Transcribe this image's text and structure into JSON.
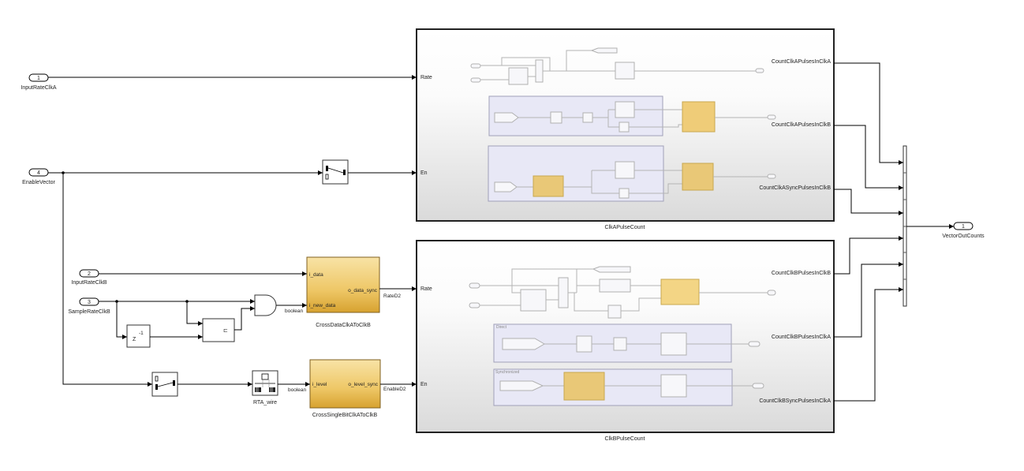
{
  "diagram": {
    "inports": [
      {
        "number": "1",
        "name": "InputRateClkA"
      },
      {
        "number": "4",
        "name": "EnableVector"
      },
      {
        "number": "2",
        "name": "InputRateClkB"
      },
      {
        "number": "3",
        "name": "SampleRateClkB"
      }
    ],
    "outport": {
      "number": "1",
      "name": "VectorOutCounts"
    },
    "subsystem_a": {
      "name": "ClkAPulseCount",
      "inputs": [
        "Rate",
        "En"
      ],
      "outputs": [
        "CountClkAPulsesInClkA",
        "CountClkAPulsesInClkB",
        "CountClkASyncPulsesInClkB"
      ]
    },
    "subsystem_b": {
      "name": "ClkBPulseCount",
      "inputs": [
        "Rate",
        "En"
      ],
      "outputs": [
        "CountClkBPulsesInClkB",
        "CountClkBPulsesInClkA",
        "CountClkBSyncPulsesInClkA"
      ],
      "areas": [
        "Direct",
        "Synchronized"
      ]
    },
    "cross_data": {
      "name": "CrossDataClkAToClkB",
      "inputs": [
        "i_data",
        "i_new_data"
      ],
      "output": "o_data_sync"
    },
    "cross_bit": {
      "name": "CrossSingleBitClkAToClkB",
      "input": "i_level",
      "output": "o_level_sync"
    },
    "rta": {
      "name": "RTA_wire"
    },
    "delay": {
      "base": "Z",
      "exp": "-1"
    },
    "compare_glyph": "⊏",
    "signals": {
      "boolean1": "boolean",
      "boolean2": "boolean",
      "rate_d2": "RateD2",
      "enable_d2": "EnableD2"
    },
    "colors": {
      "subsystem_fill_top": "#ffffff",
      "subsystem_fill_bottom": "#dcdcdc",
      "gold_top": "#f7df9c",
      "gold_bottom": "#d9a736",
      "area_fill": "#e8e8f6",
      "ghost_gold": "#eccb78"
    }
  }
}
